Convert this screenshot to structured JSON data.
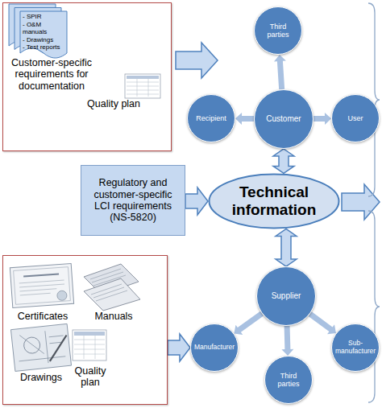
{
  "diagram": {
    "nodes": [
      {
        "text": [
          "Customer-specific requirements for documentation",
          "Quality plan"
        ]
      },
      {
        "text": [
          "- SPIR",
          "- O&M manuals",
          "- Drawings",
          "- Test reports"
        ],
        "in": 0
      },
      {
        "text": [
          "Third parties"
        ]
      },
      {
        "text": [
          "Customer"
        ]
      },
      {
        "text": [
          "Recipient"
        ]
      },
      {
        "text": [
          "User"
        ]
      },
      {
        "text": [
          "Regulatory and customer-specific LCI requirements (NS-5820)"
        ]
      },
      {
        "text": [
          "Technical information"
        ]
      },
      {
        "text": [
          "Certificates",
          "Manuals",
          "Drawings",
          "Quality plan"
        ]
      },
      {
        "text": [
          "Supplier"
        ]
      },
      {
        "text": [
          "Manufacturer"
        ]
      },
      {
        "text": [
          "Third parties"
        ]
      },
      {
        "text": [
          "Sub-manufacturer"
        ]
      }
    ],
    "edges": [
      {
        "from": 3,
        "to": 2,
        "arrow": "to"
      },
      {
        "from": 3,
        "to": 4,
        "arrow": "to"
      },
      {
        "from": 3,
        "to": 5,
        "arrow": "to"
      },
      {
        "from": 3,
        "to": 7,
        "arrow": "both"
      },
      {
        "from": 6,
        "to": 7,
        "arrow": "to"
      },
      {
        "from": 7,
        "to": 9,
        "arrow": "both"
      },
      {
        "from": 9,
        "to": 10,
        "arrow": "to"
      },
      {
        "from": 9,
        "to": 11,
        "arrow": "to"
      },
      {
        "from": 9,
        "to": 12,
        "arrow": "to"
      },
      {
        "from": 8,
        "to": 10,
        "arrow": "to"
      }
    ]
  }
}
